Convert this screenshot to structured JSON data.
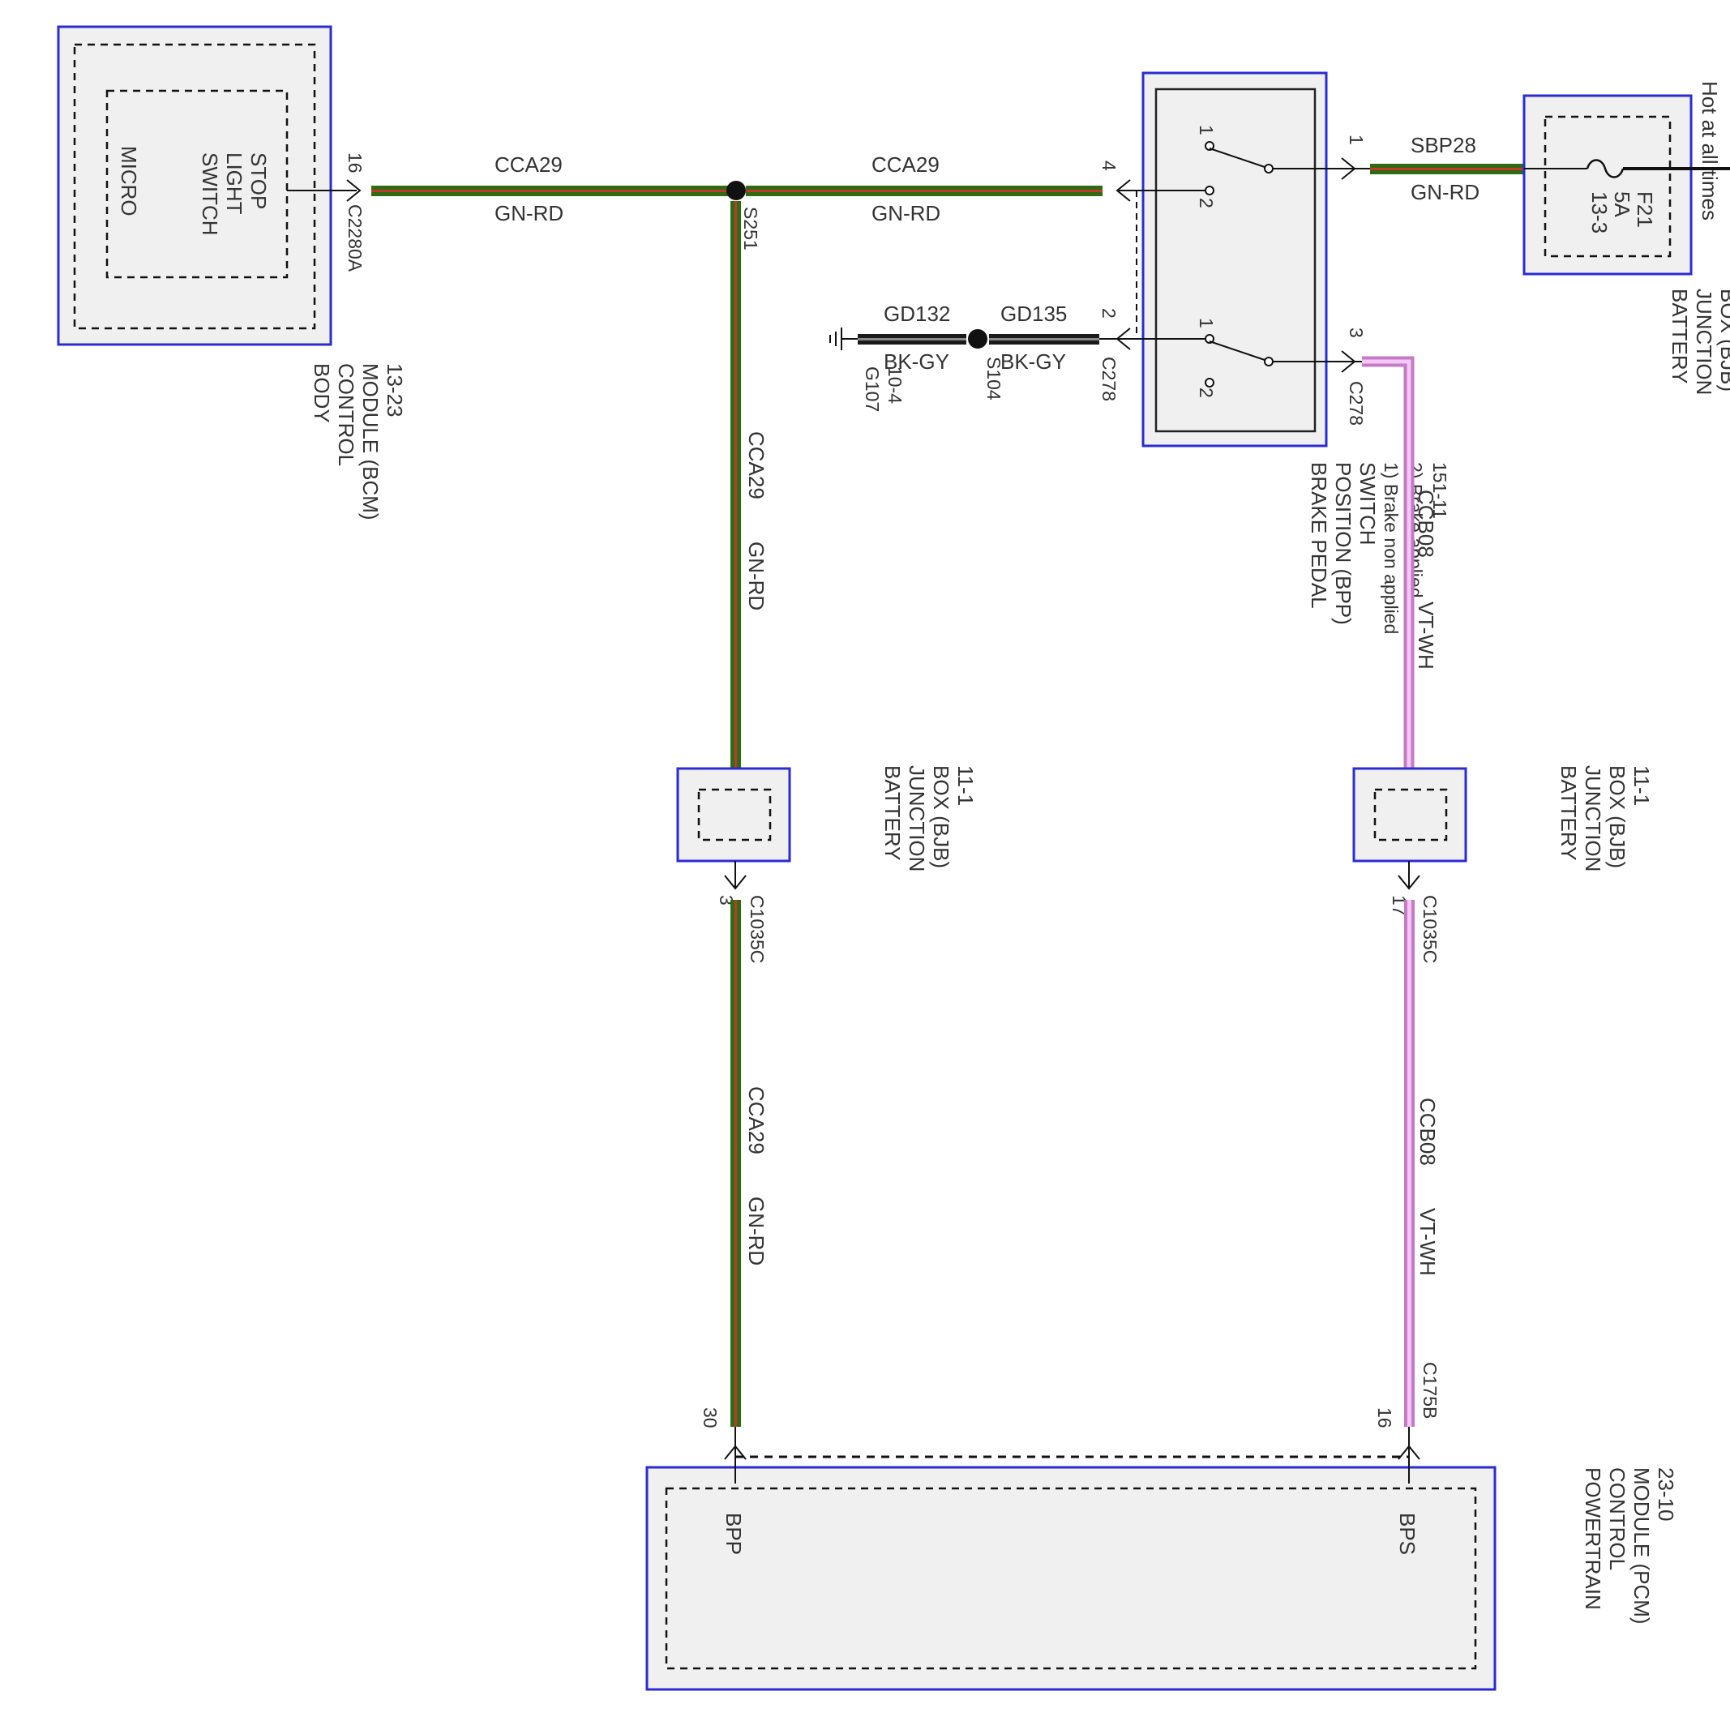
{
  "colors": {
    "gn_rd": "#2e6b12",
    "gn_rd_stripe": "#c0392b",
    "vt_wh": "#e7a0e7",
    "vt_wh_stripe": "#ffffff",
    "bk_gy": "#1a1a1a",
    "module_border": "#2b2bd6",
    "module_fill": "#f0f0f0"
  },
  "bcm": {
    "title_lines": [
      "BODY",
      "CONTROL",
      "MODULE (BCM)",
      "13-23"
    ],
    "inner_label_lines": [
      "STOP",
      "LIGHT",
      "SWITCH"
    ],
    "micro_label": "MICRO",
    "pin": "16",
    "connector": "C2280A"
  },
  "wires": {
    "cca29_left": {
      "circuit": "CCA29",
      "color": "GN-RD"
    },
    "cca29_right": {
      "circuit": "CCA29",
      "color": "GN-RD"
    },
    "cca29_vertical_top": {
      "circuit": "CCA29",
      "color": "GN-RD"
    },
    "cca29_vertical_bottom": {
      "circuit": "CCA29",
      "color": "GN-RD"
    },
    "sbp28": {
      "circuit": "SBP28",
      "color": "GN-RD"
    },
    "gd132": {
      "circuit": "GD132",
      "color": "BK-GY"
    },
    "gd135": {
      "circuit": "GD135",
      "color": "BK-GY"
    },
    "ccb08_top": {
      "circuit": "CCB08",
      "color": "VT-WH"
    },
    "ccb08_bottom": {
      "circuit": "CCB08",
      "color": "VT-WH"
    }
  },
  "splices": {
    "s251": "S251",
    "s104": "S104"
  },
  "ground": {
    "id": "G107",
    "page": "10-4"
  },
  "bpp_switch": {
    "title_lines": [
      "BRAKE PEDAL",
      "POSITION (BPP)",
      "SWITCH",
      "1) Brake non applied",
      "2) Brake applied",
      "151-11"
    ],
    "pin_upper_left": "4",
    "pin_lower_left": "2",
    "connector_left": "C278",
    "pin_upper_right": "1",
    "pin_lower_right": "3",
    "connector_right": "C278",
    "pos1": "1",
    "pos2": "2"
  },
  "bjb_fuse": {
    "title_lines": [
      "BATTERY",
      "JUNCTION",
      "BOX (BJB)",
      "11-1"
    ],
    "fuse_lines": [
      "F21",
      "5A",
      "13-3"
    ],
    "hot_label": "Hot at all times"
  },
  "bjb_mid_left": {
    "title_lines": [
      "BATTERY",
      "JUNCTION",
      "BOX (BJB)",
      "11-1"
    ],
    "pin": "3",
    "connector": "C1035C"
  },
  "bjb_mid_right": {
    "title_lines": [
      "BATTERY",
      "JUNCTION",
      "BOX (BJB)",
      "11-1"
    ],
    "pin": "17",
    "connector": "C1035C"
  },
  "pcm": {
    "title_lines": [
      "POWERTRAIN",
      "CONTROL",
      "MODULE (PCM)",
      "23-10"
    ],
    "bpp_label": "BPP",
    "bps_label": "BPS",
    "pin_bpp": "30",
    "pin_bps": "16",
    "connector_bps": "C175B"
  }
}
